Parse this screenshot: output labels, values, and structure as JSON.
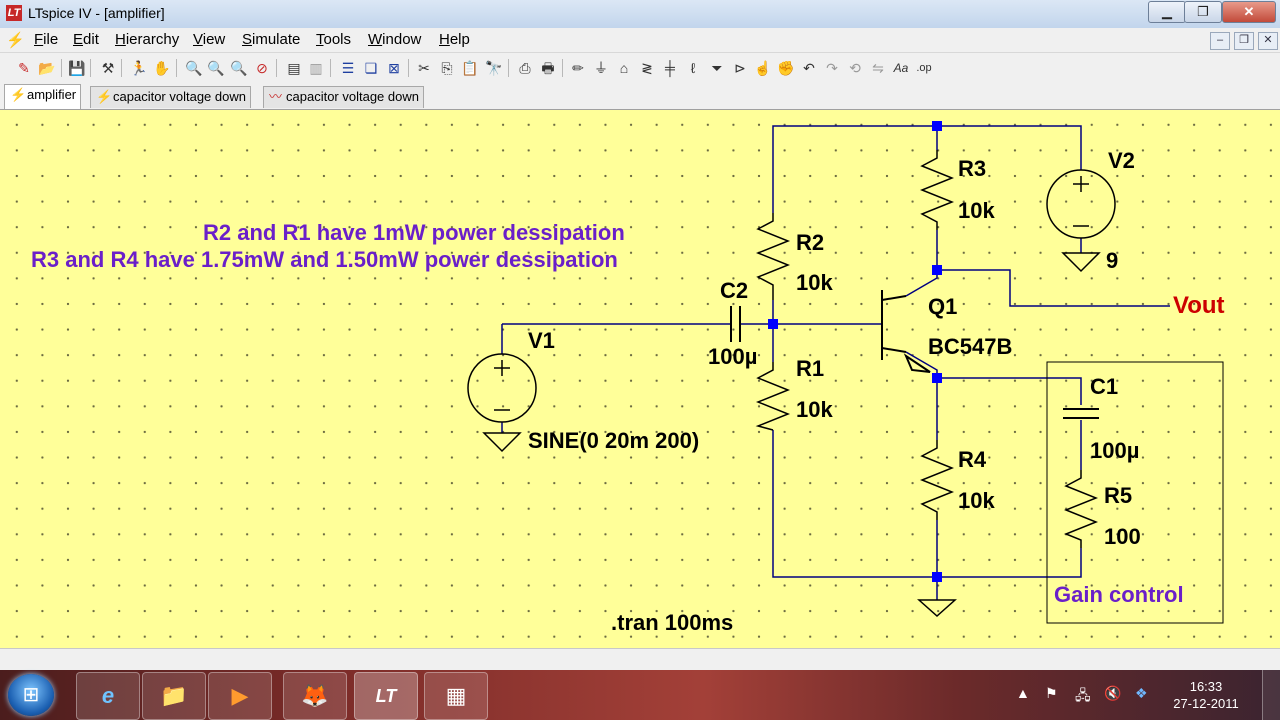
{
  "window": {
    "title": "LTspice IV - [amplifier]",
    "app_icon": "ltspice-logo-icon",
    "minimize_icon": "minimize-icon",
    "restore_icon": "restore-icon",
    "close_icon": "close-icon"
  },
  "menu": {
    "items": [
      "File",
      "Edit",
      "Hierarchy",
      "View",
      "Simulate",
      "Tools",
      "Window",
      "Help"
    ]
  },
  "toolbar": {
    "icons": [
      "new-schematic-icon",
      "open-icon",
      "save-icon",
      "control-panel-icon",
      "run-icon",
      "halt-icon",
      "zoom-in-icon",
      "zoom-pan-icon",
      "zoom-out-icon",
      "zoom-cancel-icon",
      "autorange-icon",
      "view-netlist-icon",
      "tile-horizontal-icon",
      "cascade-icon",
      "close-window-icon",
      "cut-icon",
      "copy-icon",
      "paste-icon",
      "find-icon",
      "print-setup-icon",
      "print-icon",
      "wire-icon",
      "ground-icon",
      "label-net-icon",
      "component-icon",
      "capacitor-icon",
      "resistor-icon",
      "diode-icon",
      "inductor-icon",
      "move-icon",
      "drag-icon",
      "undo-icon",
      "redo-icon",
      "rotate-icon",
      "mirror-icon",
      "text-icon",
      "spice-directive-icon"
    ]
  },
  "tabs": [
    {
      "label": "amplifier",
      "icon": "schematic-icon",
      "active": true
    },
    {
      "label": "capacitor voltage down",
      "icon": "schematic-icon",
      "active": false
    },
    {
      "label": "capacitor voltage down",
      "icon": "waveform-icon",
      "active": false
    }
  ],
  "schematic": {
    "notes": [
      "R2 and R1 have 1mW power dessipation",
      "R3 and R4 have 1.75mW and 1.50mW power dessipation"
    ],
    "components": {
      "R3": {
        "name": "R3",
        "value": "10k"
      },
      "R2": {
        "name": "R2",
        "value": "10k"
      },
      "R1": {
        "name": "R1",
        "value": "10k"
      },
      "R4": {
        "name": "R4",
        "value": "10k"
      },
      "R5": {
        "name": "R5",
        "value": "100"
      },
      "C1": {
        "name": "C1",
        "value": "100µ"
      },
      "C2": {
        "name": "C2",
        "value": "100µ"
      },
      "V1": {
        "name": "V1",
        "value": "SINE(0 20m 200)"
      },
      "V2": {
        "name": "V2",
        "value": "9"
      },
      "Q1": {
        "name": "Q1",
        "value": "BC547B"
      }
    },
    "net_label": "Vout",
    "box_label": "Gain control",
    "directive": ".tran 100ms",
    "colors": {
      "background": "#ffff99",
      "wire": "#000080",
      "node": "#0000ff",
      "component": "#000000",
      "net_label": "#cc0000",
      "comment": "#6a1fc9"
    }
  },
  "taskbar": {
    "apps": [
      {
        "name": "internet-explorer",
        "icon": "e"
      },
      {
        "name": "windows-explorer",
        "icon": "📁"
      },
      {
        "name": "media-player",
        "icon": "▶"
      },
      {
        "name": "firefox",
        "icon": "🦊"
      },
      {
        "name": "ltspice",
        "icon": "LT"
      },
      {
        "name": "calculator",
        "icon": "▦"
      }
    ],
    "clock_time": "16:33",
    "clock_date": "27-12-2011"
  }
}
